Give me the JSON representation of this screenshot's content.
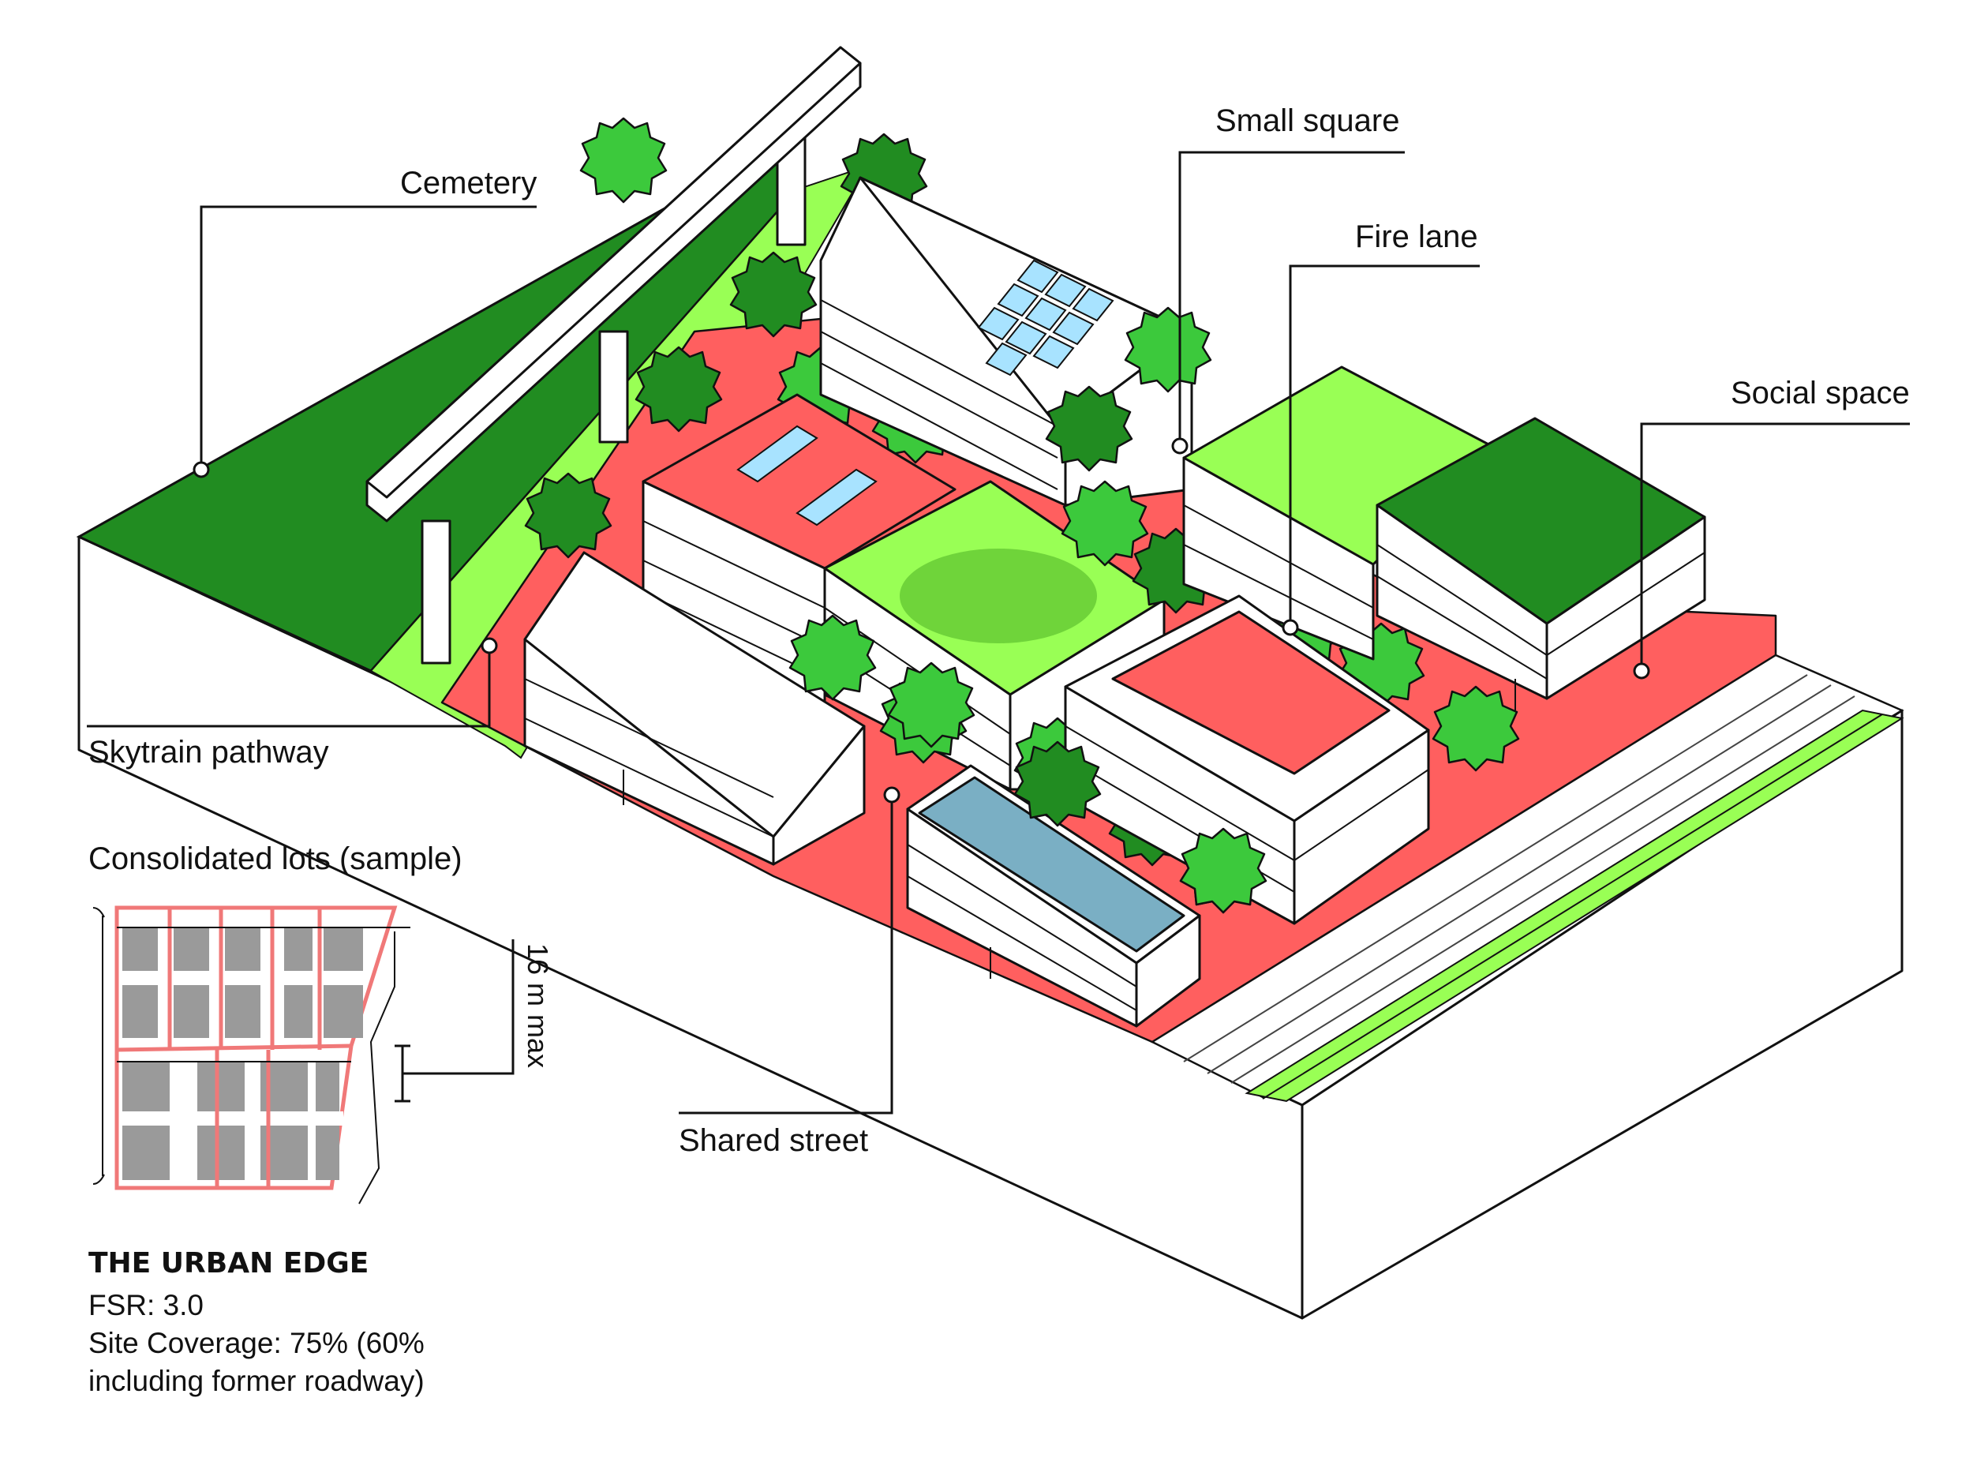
{
  "callouts": {
    "cemetery": "Cemetery",
    "small_square": "Small square",
    "fire_lane": "Fire lane",
    "social_space": "Social space",
    "skytrain_pathway": "Skytrain pathway",
    "shared_street": "Shared street"
  },
  "inset": {
    "title": "Consolidated lots (sample)",
    "dimension": "16 m max"
  },
  "summary": {
    "heading": "THE URBAN EDGE",
    "fsr": "FSR: 3.0",
    "coverage_line1": "Site Coverage: 75% (60%",
    "coverage_line2": "including former roadway)"
  },
  "colors": {
    "dark_green": "#218c21",
    "light_green": "#99ff55",
    "red_paving": "#ff5f5f",
    "water": "#7aafc4",
    "solar_panel": "#a8e3ff",
    "lot_grey": "#9a9a9a",
    "lot_outline": "#f07878"
  },
  "icons": [
    "tree-icon",
    "solar-panel-icon",
    "greenhouse-icon",
    "callout-dot-icon"
  ]
}
